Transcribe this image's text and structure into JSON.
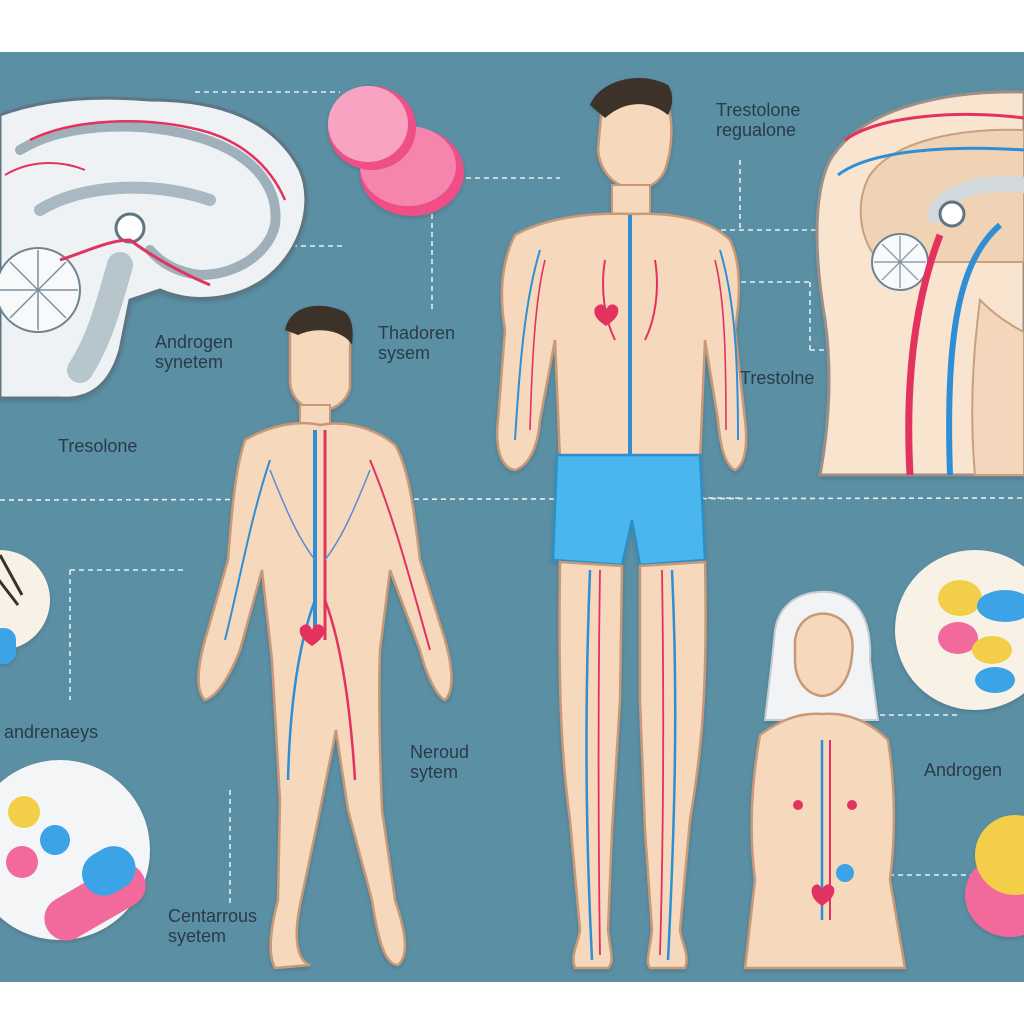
{
  "colors": {
    "background": "#5b8fa4",
    "skin": "#f6d9bd",
    "skin_outline": "#c99877",
    "vein_blue": "#2f8fd6",
    "artery_red": "#e3335e",
    "brain_gray": "#d9e1e6",
    "pill_pink": "#f26a9c",
    "pill_yellow": "#f3cf4a",
    "pill_blue": "#3aa3e6",
    "shorts_blue": "#4ab6ee",
    "hair_dark": "#3d3229",
    "hair_white": "#f1f3f5"
  },
  "labels": {
    "androgen_system": [
      "Androgen",
      "synetem"
    ],
    "tresolone": "Tresolone",
    "thadoren_system": [
      "Thadoren",
      "sysem"
    ],
    "trestolone_regualone": [
      "Trestolone",
      "regualone"
    ],
    "trestolne": "Trestolne",
    "andrenaeys": "andrenaeys",
    "neroud_system": [
      "Neroud",
      "sytem"
    ],
    "centarrous_system": [
      "Centarrous",
      "syetem"
    ],
    "androgen_right": "Androgen"
  },
  "figures": [
    {
      "id": "brain-cross-section",
      "kind": "brain"
    },
    {
      "id": "head-side-section",
      "kind": "head-section"
    },
    {
      "id": "man-walking",
      "kind": "body-male"
    },
    {
      "id": "man-standing",
      "kind": "body-male-shorts"
    },
    {
      "id": "woman-torso",
      "kind": "body-female"
    }
  ],
  "pills": [
    {
      "id": "pink-disc-pill",
      "color": "pill_pink"
    },
    {
      "id": "pill-plate-right",
      "color": "pill_yellow"
    },
    {
      "id": "pill-plate-bottom-left",
      "color": "pill_blue"
    }
  ]
}
